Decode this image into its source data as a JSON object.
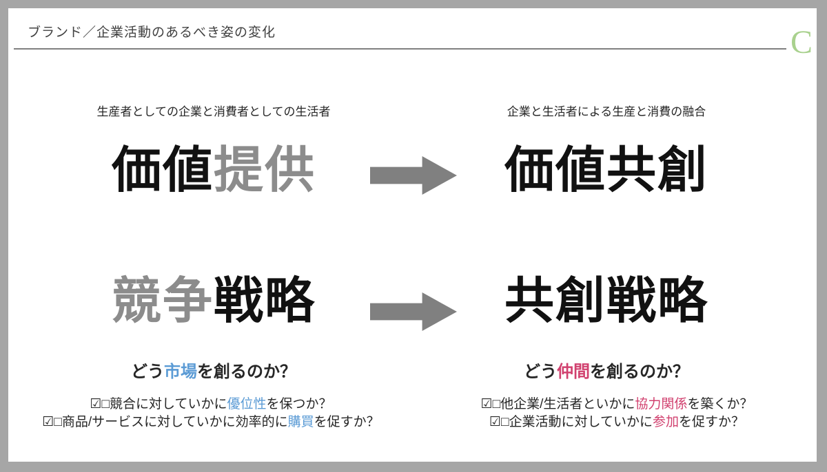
{
  "slide": {
    "title": "ブランド／企業活動のあるべき姿の変化",
    "corner_mark": "C"
  },
  "colors": {
    "frame_gray": "#a6a6a6",
    "title_text": "#404040",
    "rule_gray": "#7f7f7f",
    "corner_mark_green": "#a9d18e",
    "big_text_black": "#111111",
    "big_text_gray": "#8c8c8c",
    "arrow_gray": "#808080",
    "highlight_blue": "#5b9bd5",
    "highlight_pink": "#d1416f"
  },
  "left": {
    "header": "生産者としての企業と消費者としての生活者",
    "big1_black": "価値",
    "big1_gray": "提供",
    "big2_gray": "競争",
    "big2_black": "戦略",
    "question_pre": "どう",
    "question_highlight": "市場",
    "question_post": "を創るのか？",
    "bullet1_pre": "☑□競合に対していかに",
    "bullet1_highlight": "優位性",
    "bullet1_post": "を保つか？",
    "bullet2_pre": "☑□商品/サービスに対していかに効率的に",
    "bullet2_highlight": "購買",
    "bullet2_post": "を促すか？"
  },
  "right": {
    "header": "企業と生活者による生産と消費の融合",
    "big1": "価値共創",
    "big2": "共創戦略",
    "question_pre": "どう",
    "question_highlight": "仲間",
    "question_post": "を創るのか？",
    "bullet1_pre": "☑□他企業/生活者といかに",
    "bullet1_highlight": "協力関係",
    "bullet1_post": "を築くか？",
    "bullet2_pre": "☑□企業活動に対していかに",
    "bullet2_highlight": "参加",
    "bullet2_post": "を促すか？"
  }
}
